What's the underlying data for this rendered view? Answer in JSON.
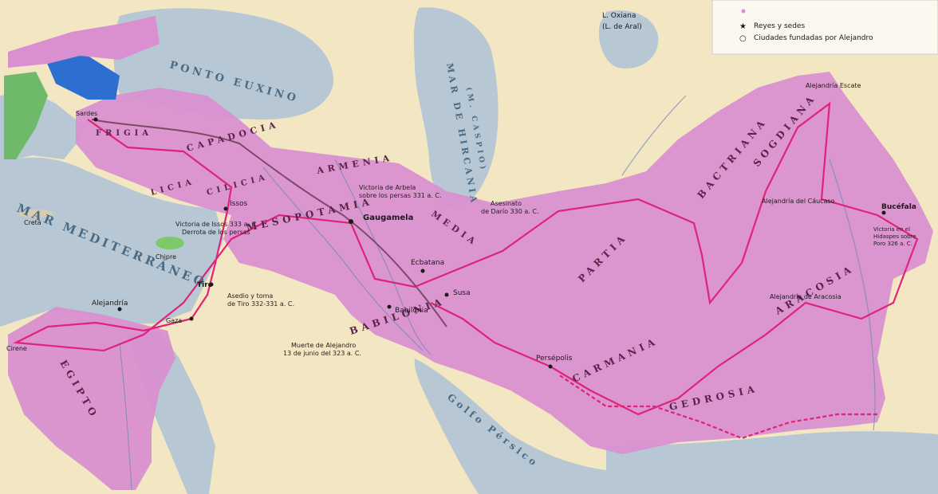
{
  "legend": {
    "items": [
      {
        "symbol": "★",
        "label": "Reyes y sedes"
      },
      {
        "symbol": "○",
        "label": "Ciudades fundadas por Alejandro"
      }
    ]
  },
  "colors": {
    "sea": "#b7c7d3",
    "land": "#f3e6c2",
    "empire": "#d98fd0",
    "route": "#e0237a",
    "road": "#7a4a68"
  },
  "seas": {
    "ponto": "PONTO EUXINO",
    "hircania": "MAR DE HIRCANIA",
    "caspio": "(M. CASPIO)",
    "mediterraneo": "MAR MEDITERRÁNEO",
    "golfo": "Golfo Pérsico",
    "oxiana": "L. Oxiana",
    "aral": "(L. de Aral)"
  },
  "regions": {
    "frigia": "FRIGIA",
    "capadocia": "CAPADOCIA",
    "armenia": "ARMENIA",
    "mesopotamia": "MESOPOTAMIA",
    "babilonia": "BABILONIA",
    "media": "MEDIA",
    "partia": "PARTIA",
    "bactriana": "BACTRIANA",
    "sogdiana": "SOGDIANA",
    "aracosia": "ARACOSIA",
    "carmania": "CARMANIA",
    "gedrosia": "GEDROSIA",
    "egipto": "EGIPTO",
    "licia": "LICIA",
    "cilicia": "CILICIA"
  },
  "cities": {
    "gaugamela": "Gaugamela",
    "issos": "Issos",
    "alejandria_egipto": "Alejandría",
    "babilonia": "Babilonia",
    "persepolis": "Persépolis",
    "susa": "Susa",
    "ecbatana": "Ecbatana",
    "tiro": "Tiro",
    "bucefala": "Bucéfala",
    "alejandria_caucaso": "Alejandría del Cáucaso",
    "alejandria_escate": "Alejandría Escate",
    "alejandria_aracosia": "Alejandría de Aracosia",
    "gaza": "Gaza",
    "sardes": "Sardes",
    "chipre": "Chipre",
    "creta": "Creta",
    "cirene": "Cirene"
  },
  "annotations": {
    "issos": "Victoria de Issos 333 a. C.",
    "issos2": "Derrota de los persas",
    "arbela": "Victoria de Arbela",
    "arbela2": "sobre los persas 331 a. C.",
    "tiro": "Asedio y toma",
    "tiro2": "de Tiro 332-331 a. C.",
    "muerte": "Muerte de Alejandro",
    "muerte2": "13 de junio del 323 a. C.",
    "darío": "Asesinato",
    "darío2": "de Darío 330 a. C.",
    "hidaspes": "Victoria en el",
    "hidaspes2": "Hidaspes sobre",
    "hidaspes3": "Poro 326 a. C."
  }
}
